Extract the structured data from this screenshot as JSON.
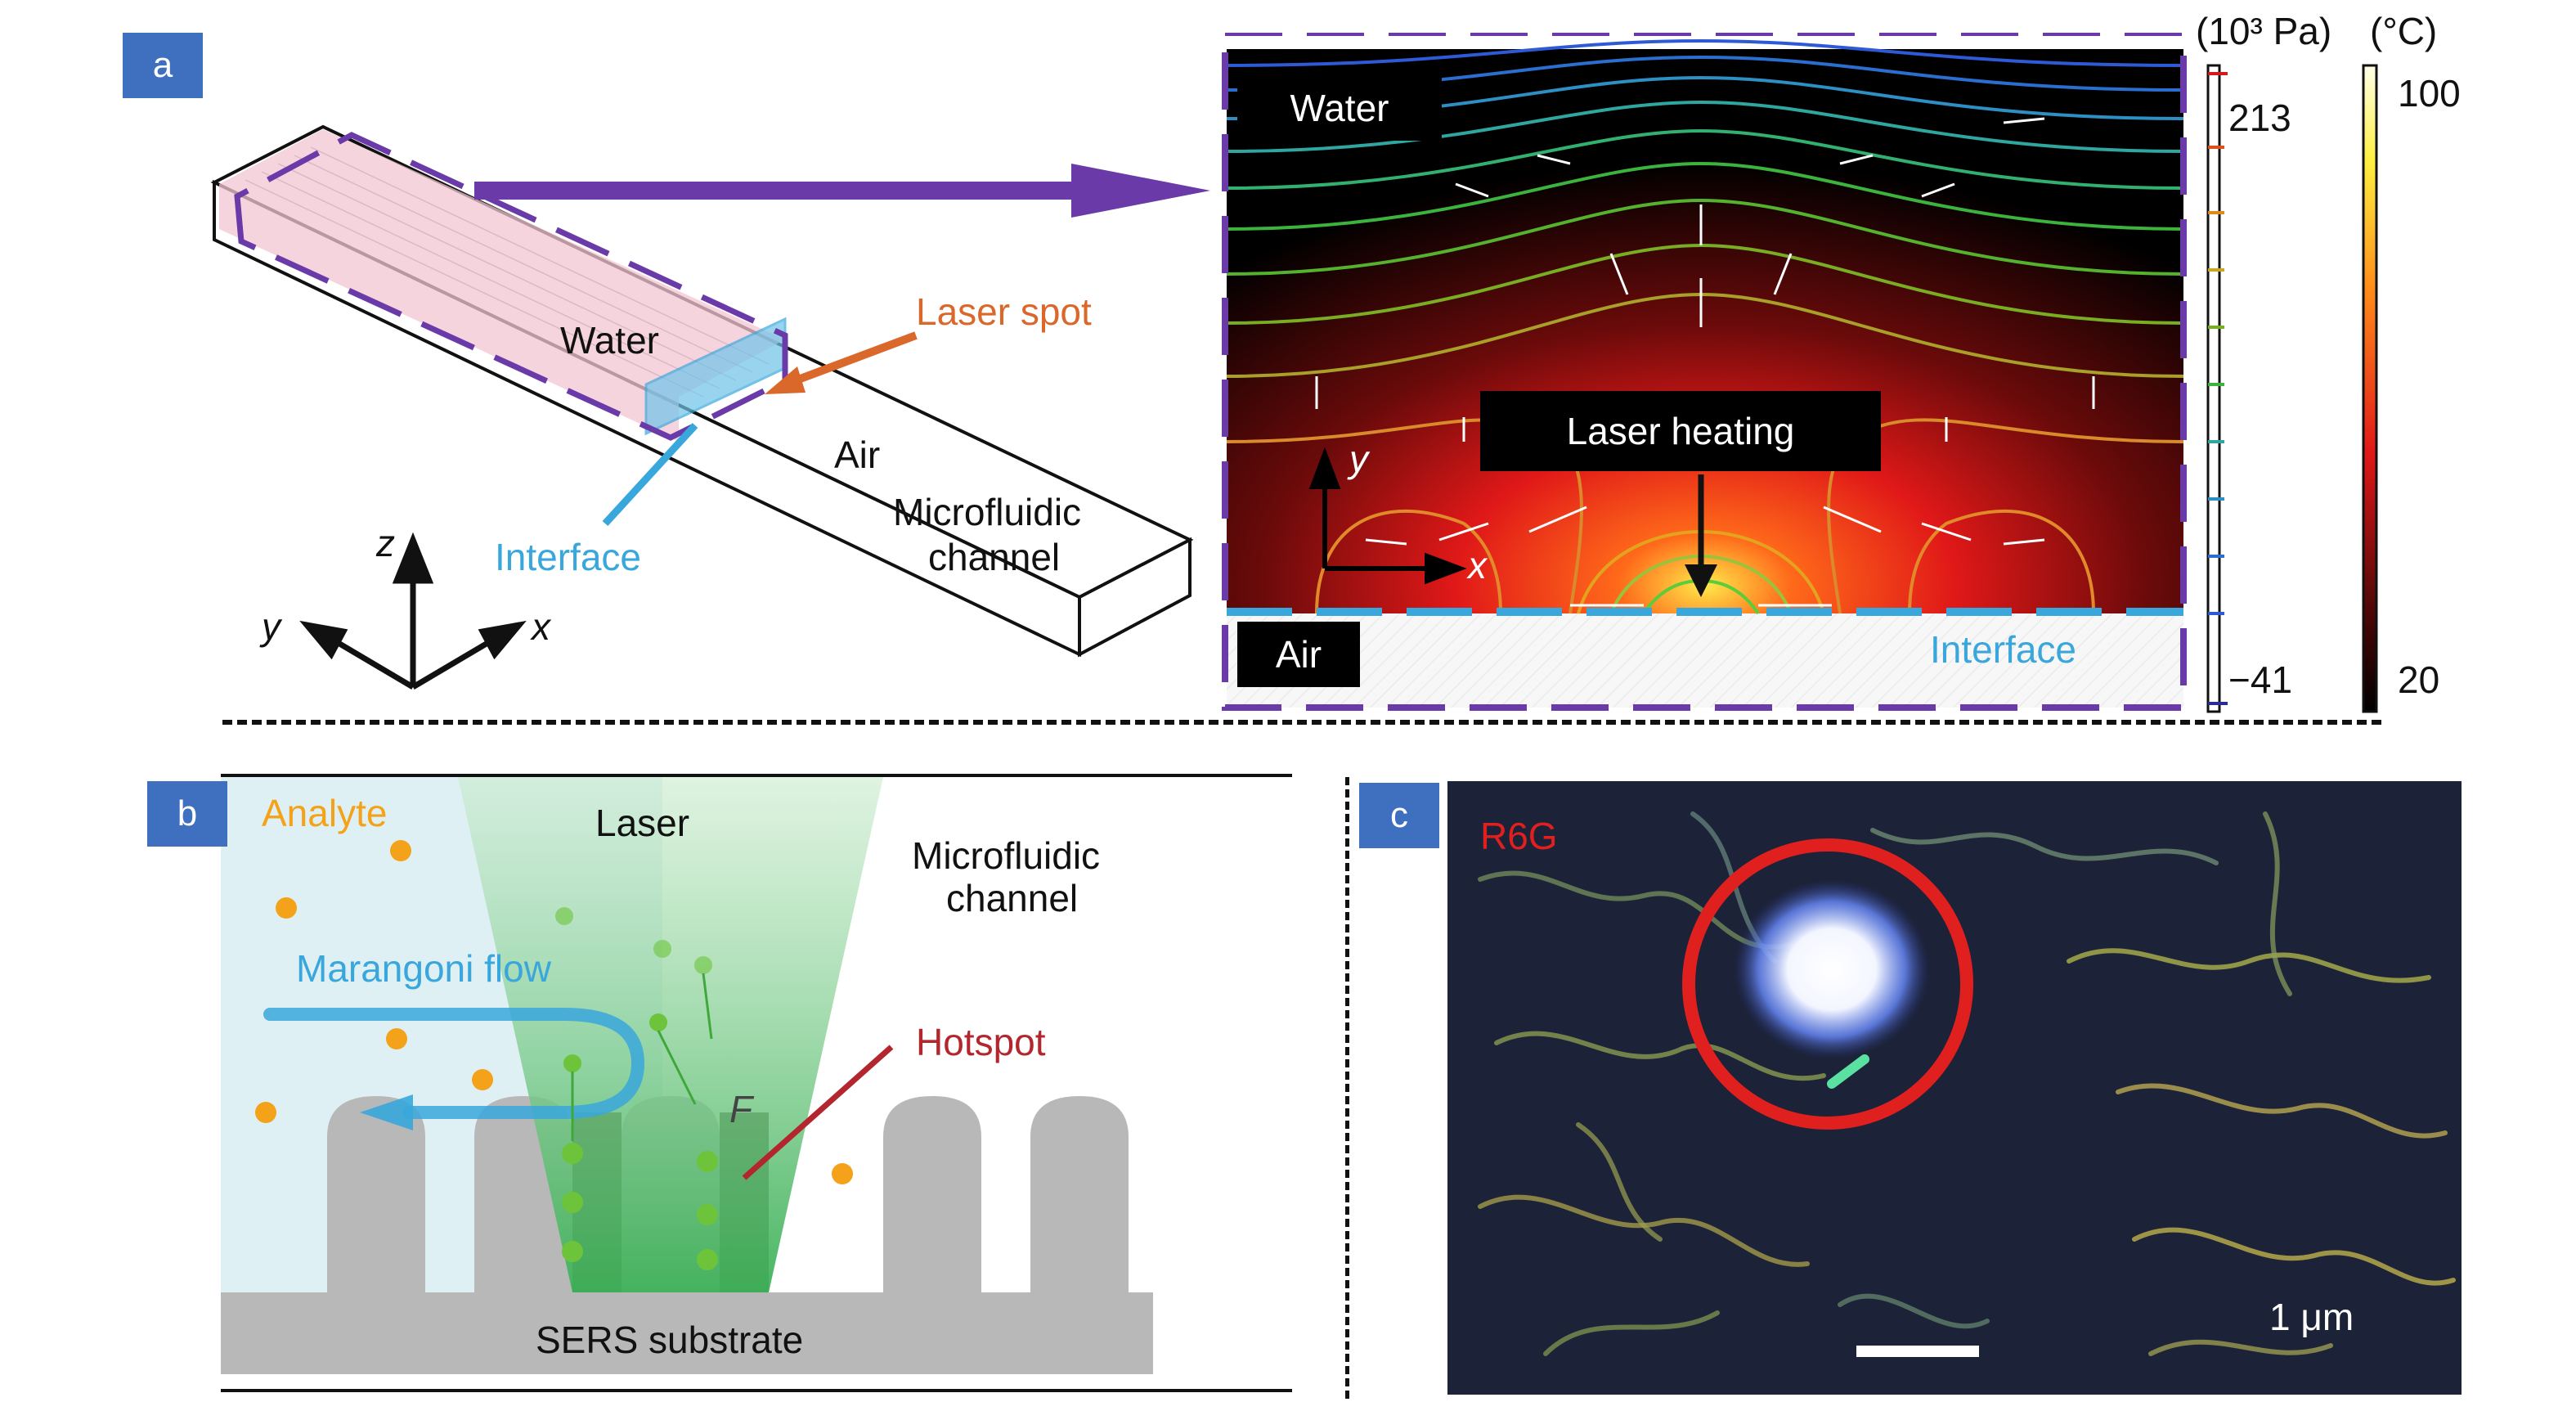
{
  "panel_a": {
    "badge": "a",
    "water": "Water",
    "laser_spot": "Laser spot",
    "air": "Air",
    "channel_line1": "Microfluidic",
    "channel_line2": "channel",
    "interface": "Interface",
    "axis_z": "z",
    "axis_y": "y",
    "axis_x": "x",
    "sim": {
      "water": "Water",
      "air": "Air",
      "laser_heating": "Laser heating",
      "interface": "Interface",
      "axis_y": "y",
      "axis_x": "x"
    },
    "pressure_scale": {
      "unit": "(10³ Pa)",
      "max": "213",
      "min": "−41"
    },
    "temperature_scale": {
      "unit": "(°C)",
      "max": "100",
      "min": "20"
    }
  },
  "panel_b": {
    "badge": "b",
    "analyte": "Analyte",
    "laser": "Laser",
    "channel_line1": "Microfluidic",
    "channel_line2": "channel",
    "marangoni": "Marangoni flow",
    "hotspot": "Hotspot",
    "force": "F",
    "substrate": "SERS substrate"
  },
  "panel_c": {
    "badge": "c",
    "dye": "R6G",
    "scale_bar": "1 μm"
  },
  "colors": {
    "badge": "#3f6fbf",
    "frame_purple": "#6a3aa8",
    "interface_blue": "#39a7dc",
    "laser_orange": "#d9682a",
    "analyte_orange": "#f3a21a",
    "hotspot_red": "#b3262e",
    "marker_red": "#e0201f"
  }
}
